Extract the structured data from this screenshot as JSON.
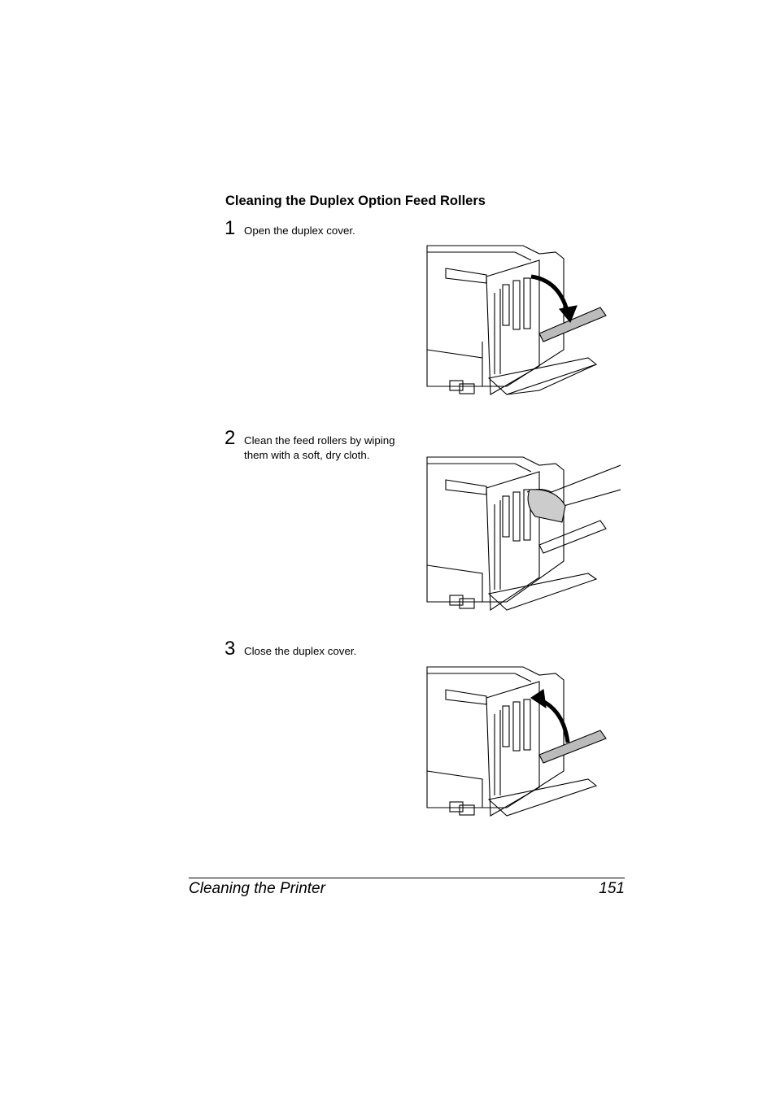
{
  "section": {
    "title": "Cleaning the Duplex Option Feed Rollers"
  },
  "steps": [
    {
      "number": "1",
      "text": "Open the duplex cover.",
      "figure": "open-duplex-cover"
    },
    {
      "number": "2",
      "text_line1": "Clean the feed rollers by wiping",
      "text_line2": "them with a soft, dry cloth.",
      "figure": "wipe-feed-rollers"
    },
    {
      "number": "3",
      "text": "Close the duplex cover.",
      "figure": "close-duplex-cover"
    }
  ],
  "footer": {
    "chapter": "Cleaning the Printer",
    "page": "151"
  }
}
